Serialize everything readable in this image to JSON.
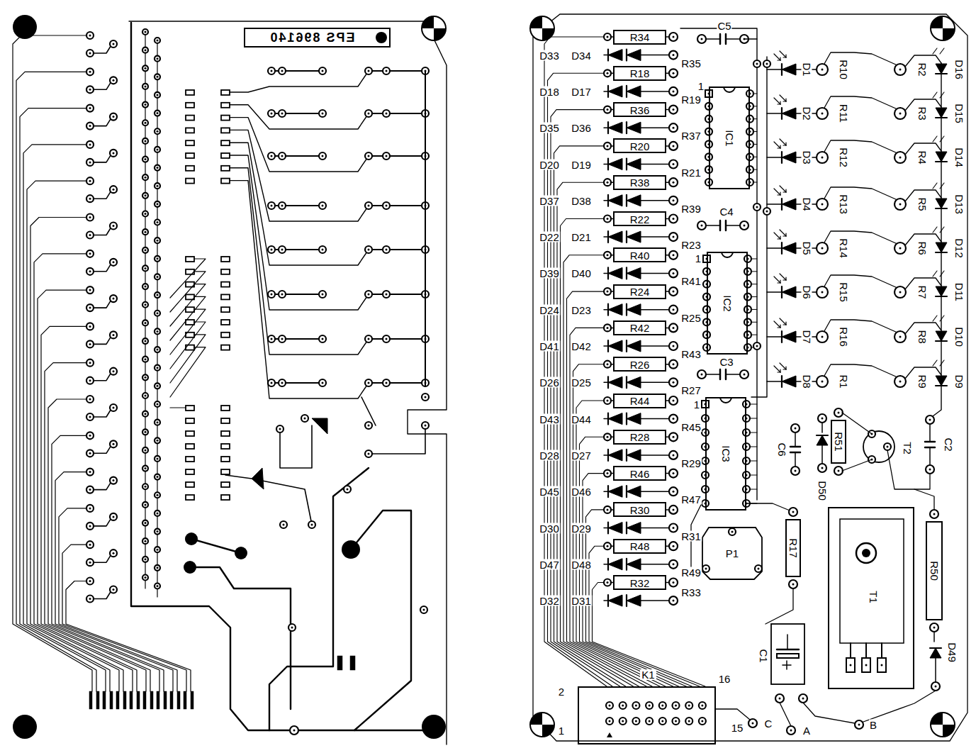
{
  "diagram": {
    "nodes": [
      {
        "text": [
          "R34"
        ]
      },
      {
        "text": [
          "R18"
        ]
      },
      {
        "text": [
          "R36"
        ]
      },
      {
        "text": [
          "R20"
        ]
      },
      {
        "text": [
          "R38"
        ]
      },
      {
        "text": [
          "R22"
        ]
      },
      {
        "text": [
          "R40"
        ]
      },
      {
        "text": [
          "R24"
        ]
      },
      {
        "text": [
          "R42"
        ]
      },
      {
        "text": [
          "R26"
        ]
      },
      {
        "text": [
          "R44"
        ]
      },
      {
        "text": [
          "R28"
        ]
      },
      {
        "text": [
          "R46"
        ]
      },
      {
        "text": [
          "R30"
        ]
      },
      {
        "text": [
          "R48"
        ]
      },
      {
        "text": [
          "R32"
        ]
      },
      {
        "text": [
          "IC1"
        ]
      },
      {
        "text": [
          "IC2"
        ]
      },
      {
        "text": [
          "IC3"
        ]
      },
      {
        "text": [
          "R51"
        ]
      },
      {
        "text": [
          "P1"
        ]
      },
      {
        "text": [
          "R17"
        ]
      },
      {
        "text": [
          "T1"
        ]
      },
      {
        "text": [
          "R50"
        ]
      },
      {
        "text": [
          "K1"
        ]
      }
    ],
    "labels": [
      "EPS 896140",
      "D33",
      "D34",
      "R35",
      "D18",
      "D17",
      "R19",
      "D35",
      "D36",
      "R37",
      "D20",
      "D19",
      "R21",
      "D37",
      "D38",
      "R39",
      "D22",
      "D21",
      "R23",
      "D39",
      "D40",
      "R41",
      "D24",
      "D23",
      "R25",
      "D41",
      "D42",
      "R43",
      "D26",
      "D25",
      "R27",
      "D43",
      "D44",
      "R45",
      "D28",
      "D27",
      "R29",
      "D45",
      "D46",
      "R47",
      "D30",
      "D29",
      "R31",
      "D47",
      "D48",
      "R49",
      "D32",
      "D31",
      "R33",
      "C5",
      "C4",
      "C3",
      "1",
      "1",
      "1",
      "D1",
      "R10",
      "D2",
      "R11",
      "D3",
      "R12",
      "D4",
      "R13",
      "D5",
      "R14",
      "D6",
      "R15",
      "D7",
      "R16",
      "D8",
      "R1",
      "R2",
      "D16",
      "R3",
      "D15",
      "R4",
      "D14",
      "R5",
      "D13",
      "R6",
      "D12",
      "R7",
      "D11",
      "R8",
      "D10",
      "R9",
      "D9",
      "C6",
      "D50",
      "T2",
      "C2",
      "C1",
      "D49",
      "2",
      "16",
      "1",
      "15",
      "C",
      "A",
      "B"
    ]
  }
}
